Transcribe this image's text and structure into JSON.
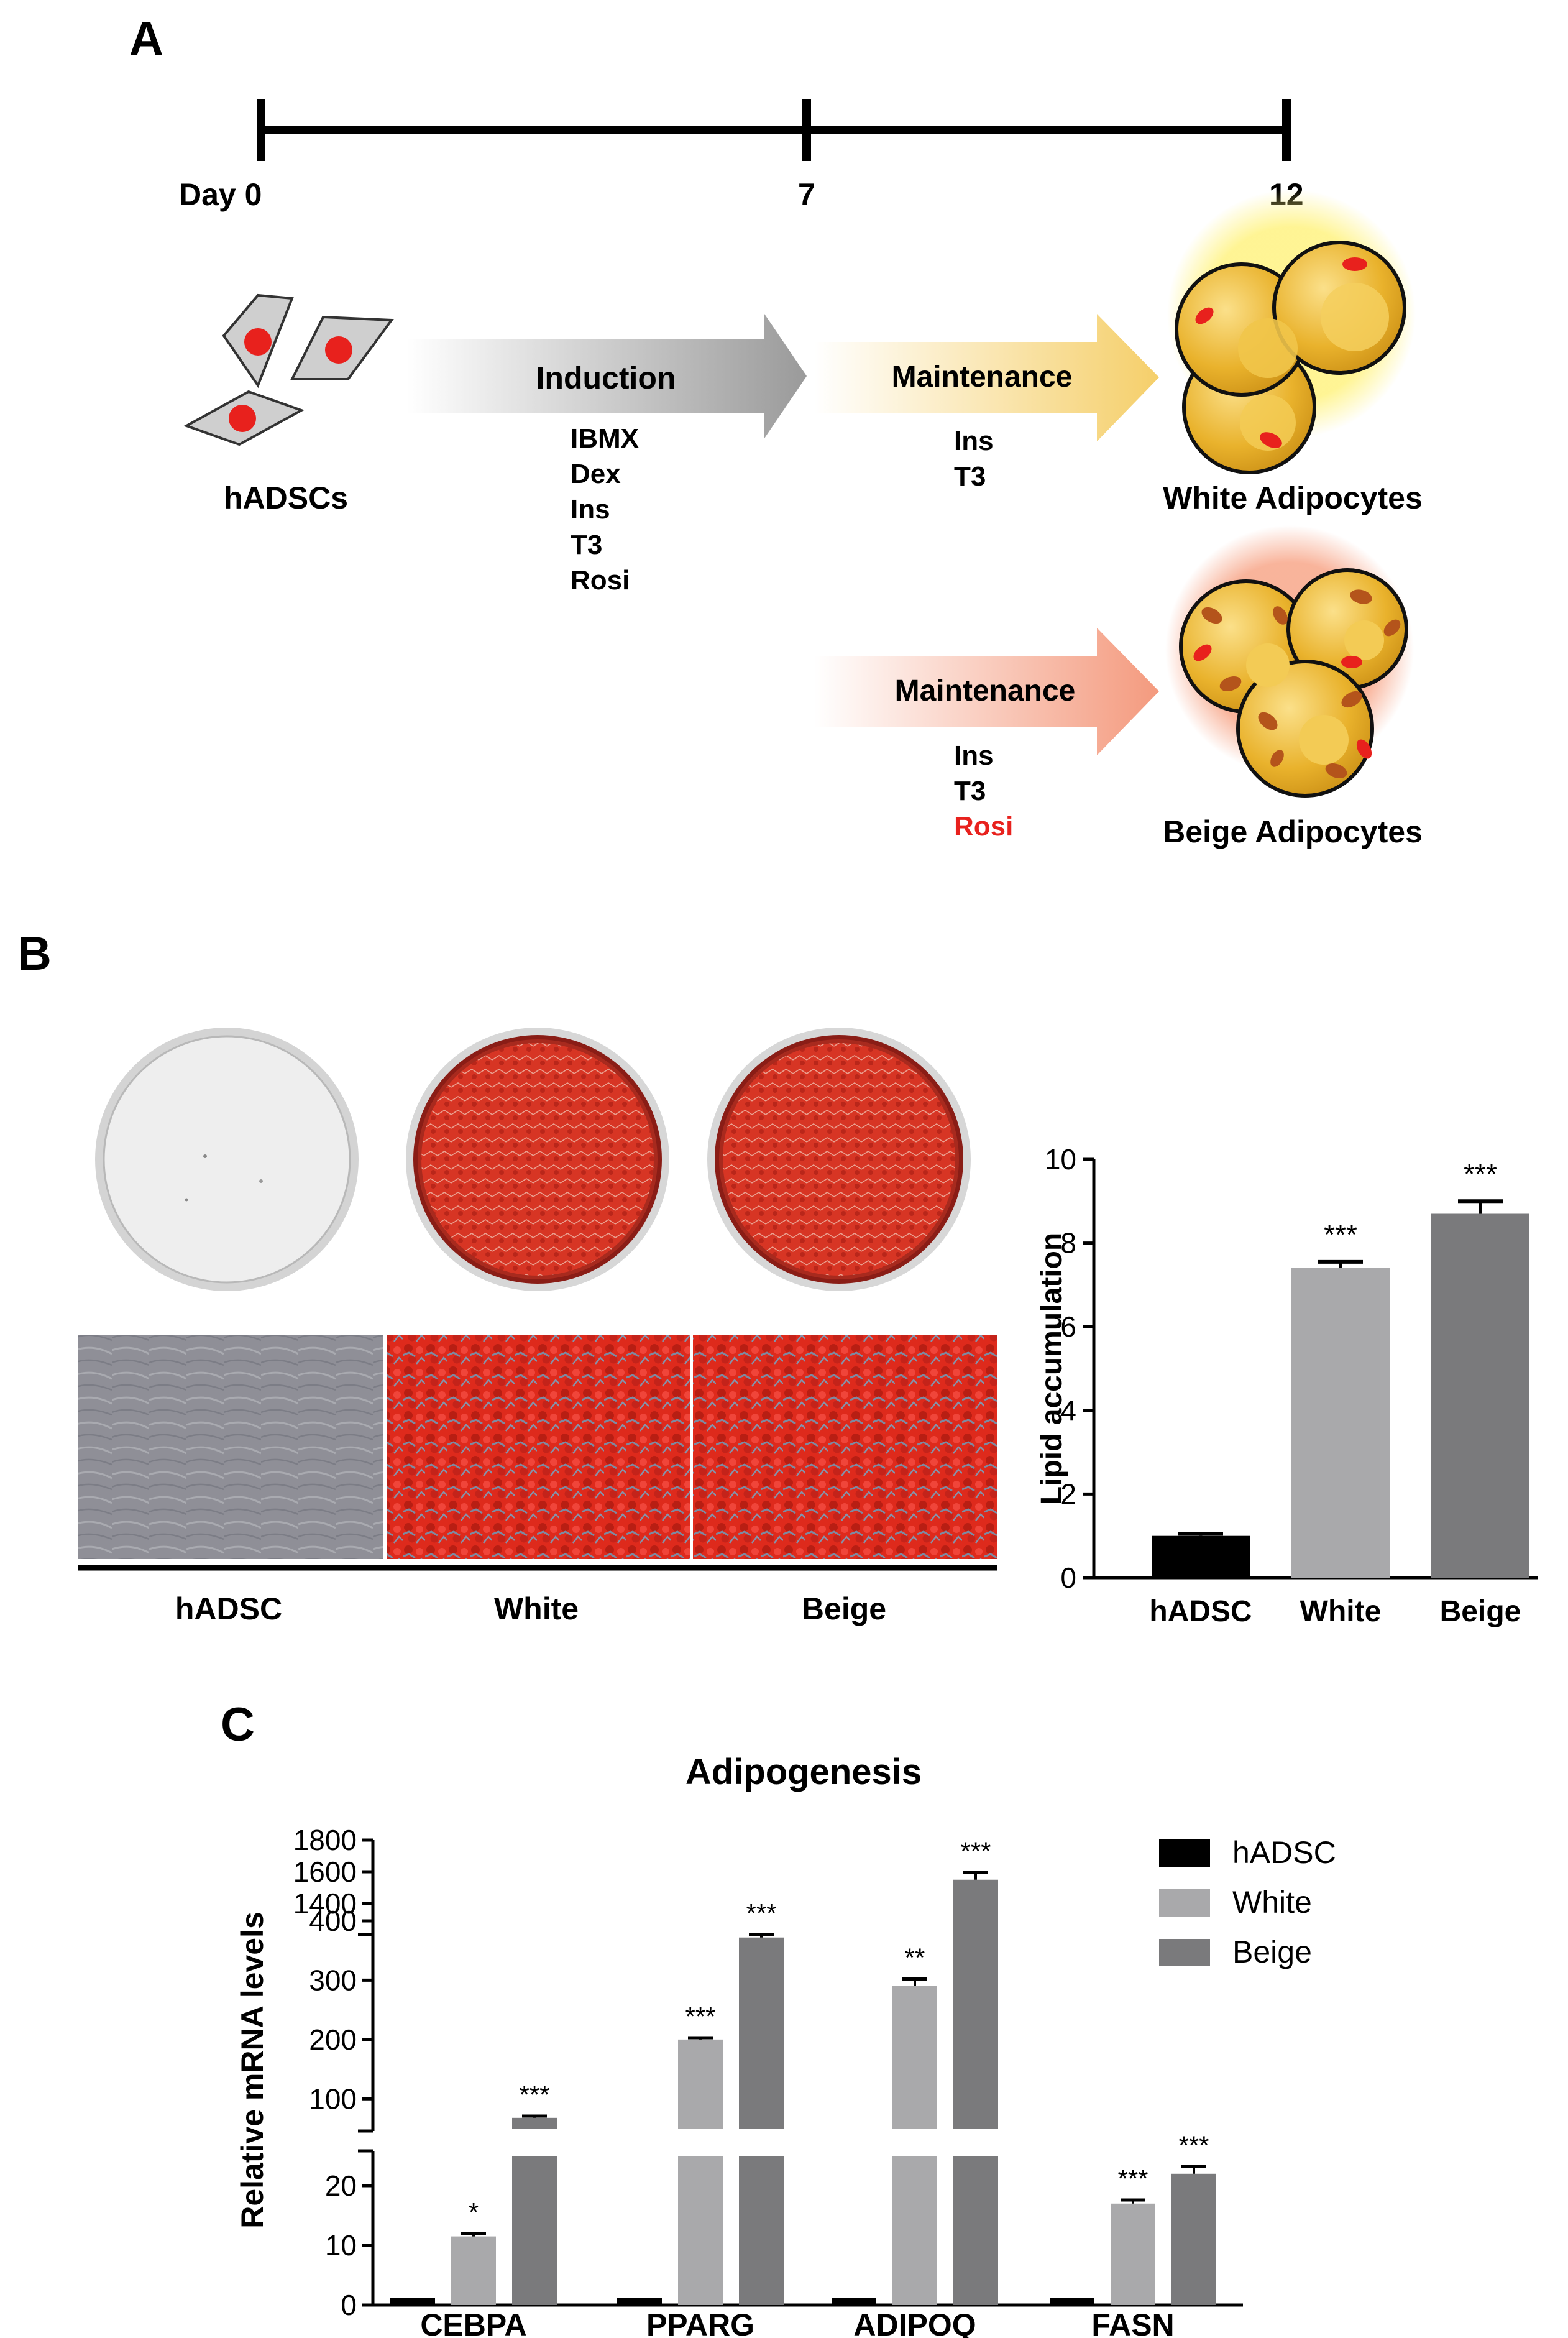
{
  "panelA": {
    "label": "A",
    "timeline": {
      "day0": "Day 0",
      "day7": "7",
      "day12": "12"
    },
    "cells_label": "hADSCs",
    "induction": {
      "title": "Induction",
      "items": [
        "IBMX",
        "Dex",
        "Ins",
        "T3",
        "Rosi"
      ]
    },
    "maintenance_white": {
      "title": "Maintenance",
      "items": [
        "Ins",
        "T3"
      ]
    },
    "maintenance_beige": {
      "title": "Maintenance",
      "items": [
        "Ins",
        "T3"
      ],
      "highlight_item": "Rosi",
      "highlight_color": "#e8211d"
    },
    "white_label": "White Adipocytes",
    "beige_label": "Beige Adipocytes"
  },
  "panelB": {
    "label": "B",
    "groups": [
      "hADSC",
      "White",
      "Beige"
    ]
  },
  "panelC": {
    "label": "C"
  },
  "colors": {
    "hadsc": "#000000",
    "white": "#a9a9ab",
    "beige": "#7a7a7c",
    "oil_red": "#d8261b",
    "lipid_yellow": "#e9b22c"
  },
  "chart_data": [
    {
      "type": "bar",
      "categories": [
        "hADSC",
        "White",
        "Beige"
      ],
      "values": [
        1.0,
        7.4,
        8.7
      ],
      "errors": [
        0.05,
        0.15,
        0.3
      ],
      "significance": [
        "",
        "***",
        "***"
      ],
      "title": "",
      "xlabel": "",
      "ylabel": "Lipid accumulation",
      "ylim": [
        0,
        10
      ],
      "yticks": [
        "0",
        "2",
        "4",
        "6",
        "8",
        "10"
      ],
      "grid": false
    },
    {
      "type": "bar",
      "title": "Adipogenesis",
      "ylabel": "Relative mRNA levels",
      "categories": [
        "CEBPA",
        "PPARG",
        "ADIPOQ",
        "FASN"
      ],
      "y_axis_breaks": [
        [
          0,
          25
        ],
        [
          50,
          400
        ],
        [
          1300,
          1800
        ]
      ],
      "yticks": {
        "low": [
          "0",
          "10",
          "20"
        ],
        "mid": [
          "100",
          "200",
          "300",
          "400"
        ],
        "high": [
          "1400",
          "1600",
          "1800"
        ]
      },
      "legend_position": "top-right",
      "series": [
        {
          "name": "hADSC",
          "values": [
            1,
            1,
            1,
            1
          ],
          "errors": [
            0,
            0,
            0,
            0
          ],
          "significance": [
            "",
            "",
            "",
            ""
          ]
        },
        {
          "name": "White",
          "values": [
            11.5,
            200,
            290,
            17
          ],
          "errors": [
            0.5,
            3,
            12,
            0.6
          ],
          "significance": [
            "*",
            "***",
            "**",
            "***"
          ]
        },
        {
          "name": "Beige",
          "values": [
            68,
            372,
            1550,
            22
          ],
          "errors": [
            3,
            5,
            45,
            1.2
          ],
          "significance": [
            "***",
            "***",
            "***",
            "***"
          ]
        }
      ]
    }
  ]
}
